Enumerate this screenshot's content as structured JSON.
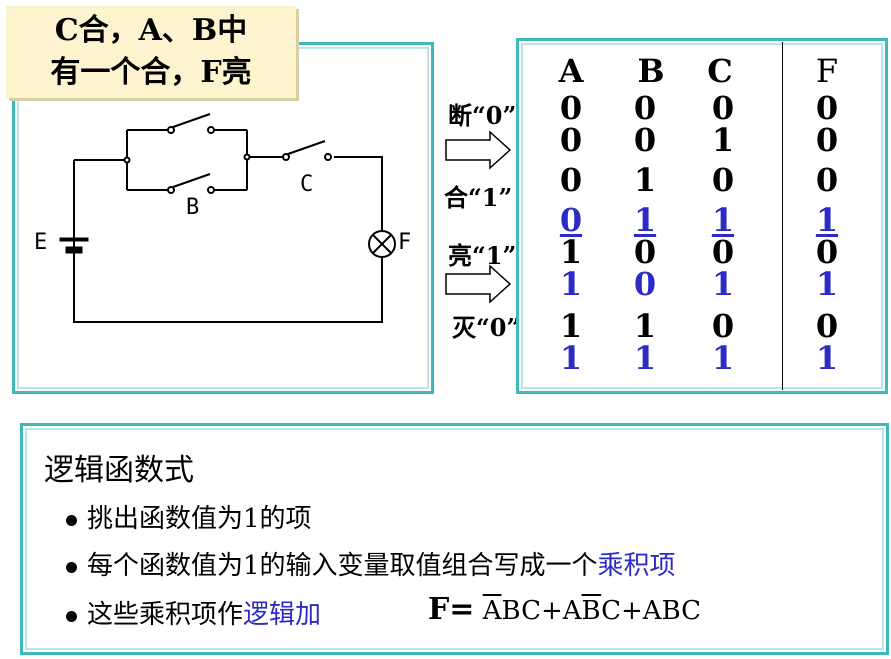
{
  "callout": {
    "line1": "C合，A、B中",
    "line2": "有一个合，F亮"
  },
  "circuit": {
    "labels": {
      "battery": "E",
      "lamp": "F",
      "switch_b": "B",
      "switch_c": "C"
    }
  },
  "rules": {
    "off": "断“0”",
    "on": "合“1”",
    "lit": "亮“1”",
    "dark": "灭“0”"
  },
  "truth_table": {
    "headers": [
      "A",
      "B",
      "C",
      "F"
    ],
    "rows": [
      [
        "0",
        "0",
        "0",
        "0"
      ],
      [
        "0",
        "0",
        "1",
        "0"
      ],
      [
        "0",
        "1",
        "0",
        "0"
      ],
      [
        "0",
        "1",
        "1",
        "1"
      ],
      [
        "1",
        "0",
        "0",
        "0"
      ],
      [
        "1",
        "0",
        "1",
        "1"
      ],
      [
        "1",
        "1",
        "0",
        "0"
      ],
      [
        "1",
        "1",
        "1",
        "1"
      ]
    ],
    "highlight_color": "#2c2cc4"
  },
  "formula": {
    "title": "逻辑函数式",
    "bullet1": "挑出函数值为1的项",
    "bullet2_prefix": "每个函数值为1的输入变量取值组合写成一个",
    "bullet2_highlight": "乘积项",
    "bullet3_prefix": "这些乘积项作",
    "bullet3_highlight": "逻辑加",
    "expr_label": "F=",
    "term1_bar": "A",
    "term1_rest": "BC+A",
    "term2_bar": "B",
    "term2_rest": "C+ABC"
  },
  "colors": {
    "panel_border": "#3fb8ba",
    "callout_bg": "#fdf3cf",
    "highlight": "#2c2cc4"
  }
}
